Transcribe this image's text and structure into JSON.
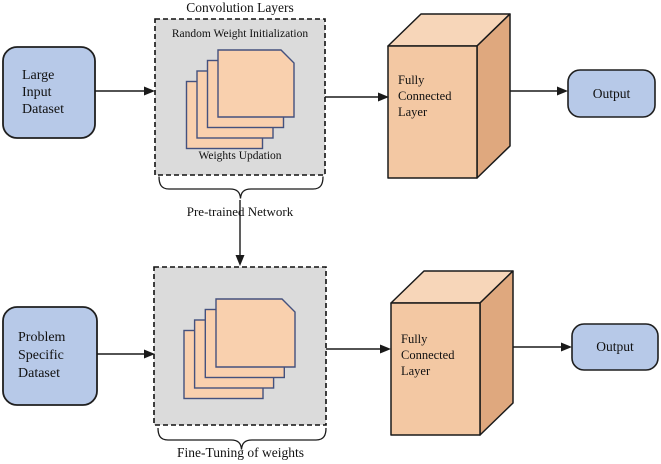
{
  "figure": {
    "top": {
      "input": {
        "lines": [
          "Large",
          "Input",
          "Dataset"
        ]
      },
      "conv": {
        "title": "Convolution Layers",
        "top_note": "Random Weight Initialization",
        "bottom_note": "Weights Updation"
      },
      "fc": {
        "lines": [
          "Fully",
          "Connected",
          "Layer"
        ]
      },
      "output": {
        "label": "Output"
      },
      "brace_label": "Pre-trained Network"
    },
    "bottom": {
      "input": {
        "lines": [
          "Problem",
          "Specific",
          "Dataset"
        ]
      },
      "fc": {
        "lines": [
          "Fully",
          "Connected",
          "Layer"
        ]
      },
      "output": {
        "label": "Output"
      },
      "brace_label": "Fine-Tuning of weights"
    }
  },
  "colors": {
    "ink": "#1a1a1a",
    "input_fill": "#b7c9e8",
    "input_stroke": "#1f1f1f",
    "panel_fill": "#dbdbdb",
    "panel_stroke": "#111111",
    "sheet_fill": "#f9d0ae",
    "sheet_stroke": "#44517e",
    "cube_front": "#f3c8a3",
    "cube_top": "#f7d6b9",
    "cube_side": "#dfa87e",
    "cube_stroke": "#1a1a1a",
    "none": "none"
  }
}
